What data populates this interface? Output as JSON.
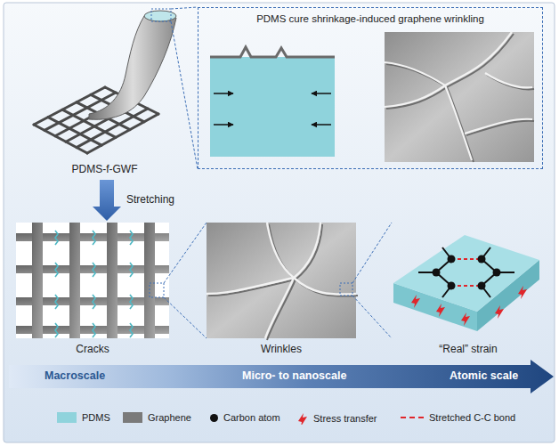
{
  "diagram": {
    "nodes": [
      {
        "text": [
          "PDMS cure shrinkage-induced graphene wrinkling"
        ]
      },
      {
        "text": [
          "PDMS-f-GWF"
        ]
      },
      {
        "text": [
          "Cracks"
        ]
      },
      {
        "text": [
          "Wrinkles"
        ]
      },
      {
        "text": [
          "“Real” strain"
        ]
      },
      {
        "text": [
          "Macroscale",
          "Micro- to nanoscale",
          "Atomic scale"
        ]
      }
    ],
    "edges": [
      {
        "from": 1,
        "to": 2,
        "label": "Stretching",
        "arrow": "to"
      },
      {
        "from": 1,
        "to": 0,
        "arrow": "none"
      },
      {
        "from": 1,
        "to": 0,
        "arrow": "none"
      },
      {
        "from": 2,
        "to": 3,
        "arrow": "none"
      },
      {
        "from": 2,
        "to": 3,
        "arrow": "none"
      },
      {
        "from": 3,
        "to": 4,
        "arrow": "none"
      },
      {
        "from": 3,
        "to": 4,
        "arrow": "none"
      }
    ],
    "legend": [
      {
        "text": "PDMS",
        "color": "#8fd3dc"
      },
      {
        "text": "Graphene",
        "color": "#7a7a7a"
      },
      {
        "text": "Carbon atom"
      },
      {
        "text": "Stress transfer"
      },
      {
        "text": "Stretched C-C bond"
      }
    ]
  }
}
